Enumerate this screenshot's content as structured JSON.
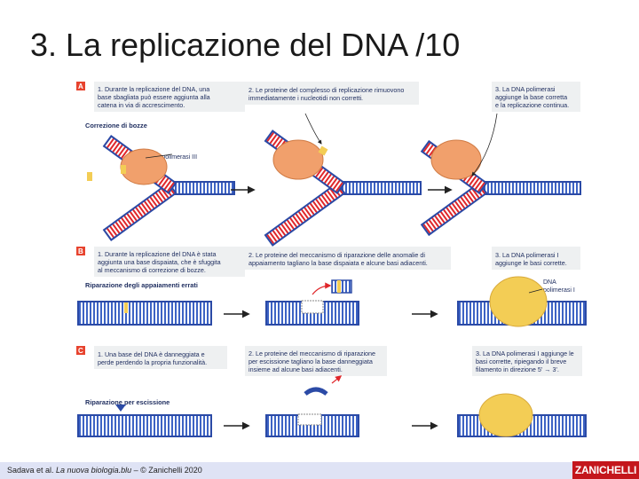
{
  "slide": {
    "title": "3. La replicazione del DNA /10"
  },
  "footer": {
    "author": "Sadava et al. ",
    "book": "La nuova biologia.blu",
    "publisher": " – © Zanichelli 2020",
    "logo": "ZANICHELLI"
  },
  "figure": {
    "panel_a": {
      "letter": "A",
      "step1": [
        "1. Durante la replicazione del DNA, una",
        "base sbagliata può essere aggiunta alla",
        "catena in via di accrescimento."
      ],
      "step2": [
        "2. Le proteine del complesso di replicazione rimuovono",
        "immediatamente i nucleotidi non corretti."
      ],
      "step3": [
        "3. La DNA polimerasi",
        "aggiunge la base corretta",
        "e la replicazione continua."
      ],
      "section_label": "Correzione di bozze",
      "enzyme_label": "DNA polimerasi III"
    },
    "panel_b": {
      "letter": "B",
      "step1": [
        "1. Durante la replicazione del DNA è stata",
        "aggiunta una base dispaiata, che è sfuggita",
        "al meccanismo di correzione di bozze."
      ],
      "step2": [
        "2. Le proteine del meccanismo di riparazione delle anomalie di",
        "appaiamento tagliano la base dispaiata e alcune basi adiacenti."
      ],
      "step3": [
        "3. La DNA polimerasi I",
        "aggiunge le basi corrette."
      ],
      "section_label": "Riparazione degli appaiamenti errati",
      "enzyme_label": [
        "DNA",
        "polimerasi I"
      ]
    },
    "panel_c": {
      "letter": "C",
      "step1": [
        "1. Una base del DNA è danneggiata e",
        "perde perdendo la propria funzionalità."
      ],
      "step2": [
        "2. Le proteine del meccanismo di riparazione",
        "per escissione tagliano la base danneggiata",
        "insieme ad alcune basi adiacenti."
      ],
      "step3": [
        "3. La DNA polimerasi I aggiunge le",
        "basi corrette, ripiegando il breve",
        "filamento in direzione 5' → 3'."
      ],
      "section_label": "Riparazione per escissione"
    }
  },
  "colors": {
    "dna_blue": "#2b4aa6",
    "dna_red": "#e0262a",
    "enzyme_orange": "#f1a06c",
    "enzyme_yellow": "#f3cd55",
    "panel_bg": "#eef0f1",
    "letter_badge": "#e7432e"
  }
}
